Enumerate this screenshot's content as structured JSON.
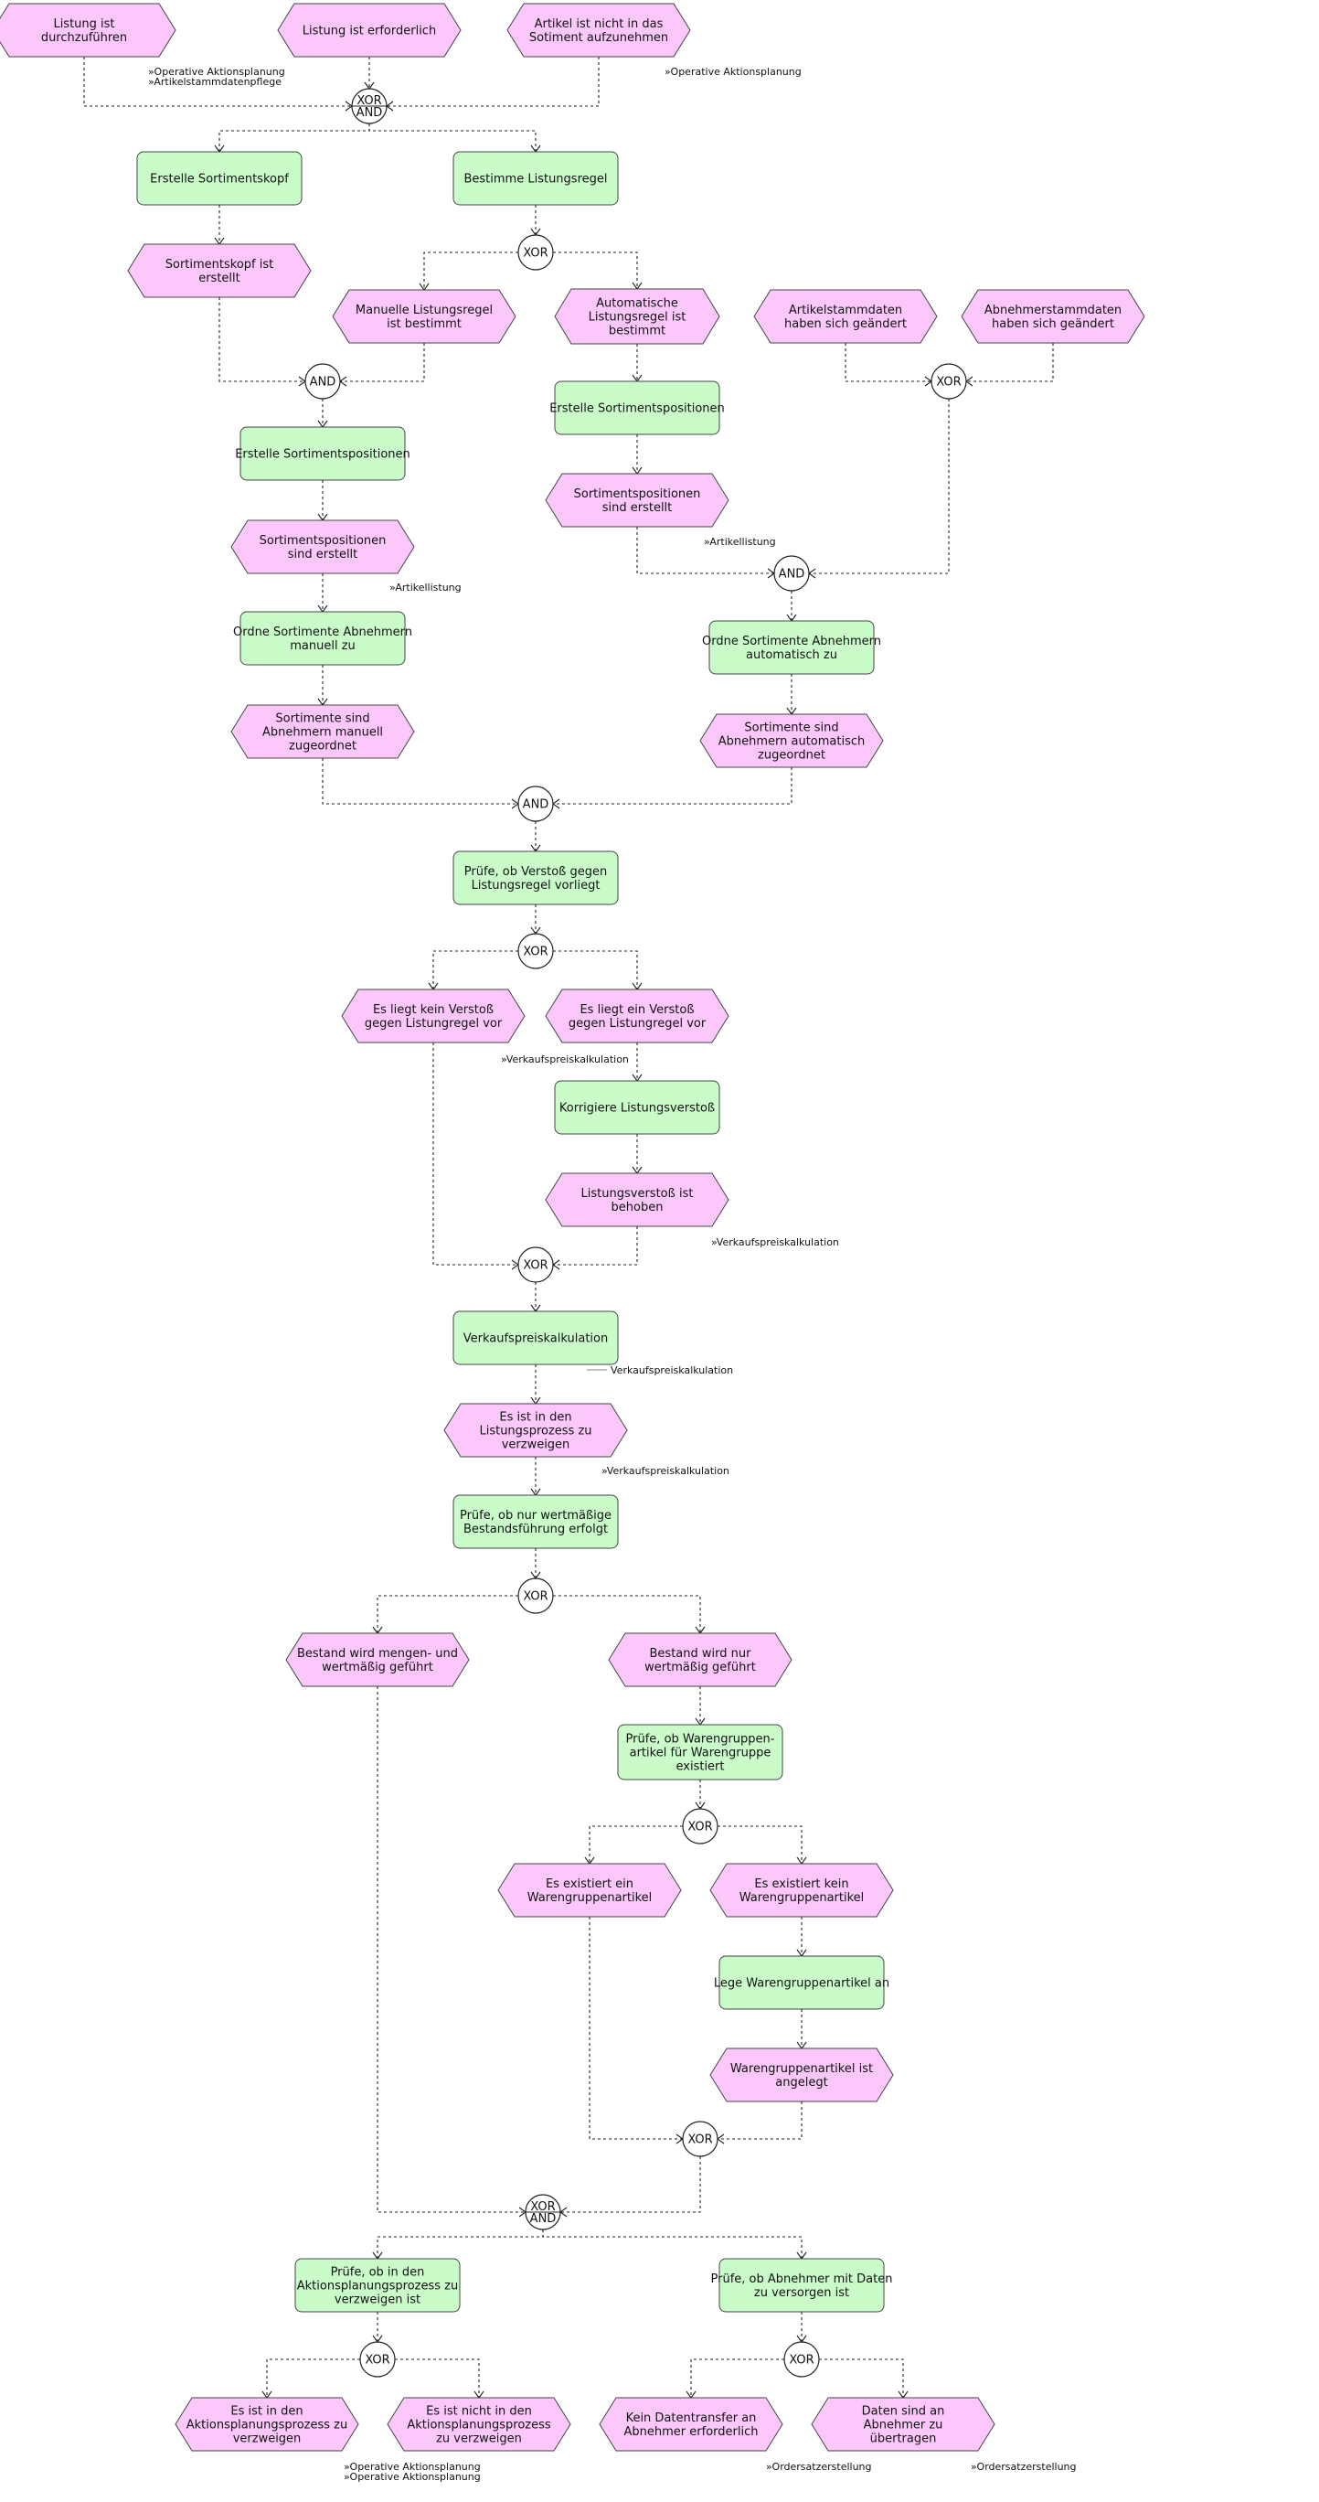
{
  "colors": {
    "event": "#fcc8fc",
    "function": "#cafcca",
    "gateway": "#ffffff",
    "line": "#222222"
  },
  "nodes": [
    {
      "id": "e1",
      "type": "event",
      "label": [
        "Listung ist",
        "durchzuführen"
      ]
    },
    {
      "id": "e2",
      "type": "event",
      "label": [
        "Listung ist erforderlich"
      ]
    },
    {
      "id": "e3",
      "type": "event",
      "label": [
        "Artikel ist nicht in das",
        "Sotiment aufzunehmen"
      ]
    },
    {
      "id": "g1",
      "type": "gateway",
      "label": [
        "XOR",
        "AND"
      ]
    },
    {
      "id": "f1",
      "type": "function",
      "label": [
        "Erstelle Sortimentskopf"
      ]
    },
    {
      "id": "f2",
      "type": "function",
      "label": [
        "Bestimme Listungsregel"
      ]
    },
    {
      "id": "e4",
      "type": "event",
      "label": [
        "Sortimentskopf ist",
        "erstellt"
      ]
    },
    {
      "id": "g2",
      "type": "gateway",
      "label": [
        "XOR"
      ]
    },
    {
      "id": "e5",
      "type": "event",
      "label": [
        "Manuelle Listungsregel",
        "ist bestimmt"
      ]
    },
    {
      "id": "e6",
      "type": "event",
      "label": [
        "Automatische",
        "Listungsregel ist",
        "bestimmt"
      ]
    },
    {
      "id": "e7",
      "type": "event",
      "label": [
        "Artikelstammdaten",
        "haben sich geändert"
      ]
    },
    {
      "id": "e8",
      "type": "event",
      "label": [
        "Abnehmerstammdaten",
        "haben sich geändert"
      ]
    },
    {
      "id": "g3",
      "type": "gateway",
      "label": [
        "AND"
      ]
    },
    {
      "id": "g4",
      "type": "gateway",
      "label": [
        "XOR"
      ]
    },
    {
      "id": "f3",
      "type": "function",
      "label": [
        "Erstelle Sortimentspositionen"
      ]
    },
    {
      "id": "f4",
      "type": "function",
      "label": [
        "Erstelle Sortimentspositionen"
      ]
    },
    {
      "id": "e9",
      "type": "event",
      "label": [
        "Sortimentspositionen",
        "sind erstellt"
      ]
    },
    {
      "id": "e10",
      "type": "event",
      "label": [
        "Sortimentspositionen",
        "sind erstellt"
      ]
    },
    {
      "id": "g5",
      "type": "gateway",
      "label": [
        "AND"
      ]
    },
    {
      "id": "f5",
      "type": "function",
      "label": [
        "Ordne Sortimente Abnehmern",
        "manuell zu"
      ]
    },
    {
      "id": "f6",
      "type": "function",
      "label": [
        "Ordne Sortimente Abnehmern",
        "automatisch zu"
      ]
    },
    {
      "id": "e11",
      "type": "event",
      "label": [
        "Sortimente sind",
        "Abnehmern manuell",
        "zugeordnet"
      ]
    },
    {
      "id": "e12",
      "type": "event",
      "label": [
        "Sortimente sind",
        "Abnehmern automatisch",
        "zugeordnet"
      ]
    },
    {
      "id": "g6",
      "type": "gateway",
      "label": [
        "AND"
      ]
    },
    {
      "id": "f7",
      "type": "function",
      "label": [
        "Prüfe, ob Verstoß gegen",
        "Listungsregel vorliegt"
      ]
    },
    {
      "id": "g7",
      "type": "gateway",
      "label": [
        "XOR"
      ]
    },
    {
      "id": "e13",
      "type": "event",
      "label": [
        "Es liegt kein Verstoß",
        "gegen Listungregel vor"
      ]
    },
    {
      "id": "e14",
      "type": "event",
      "label": [
        "Es liegt ein Verstoß",
        "gegen Listungregel vor"
      ]
    },
    {
      "id": "f8",
      "type": "function",
      "label": [
        "Korrigiere Listungsverstoß"
      ]
    },
    {
      "id": "e15",
      "type": "event",
      "label": [
        "Listungsverstoß ist",
        "behoben"
      ]
    },
    {
      "id": "g8",
      "type": "gateway",
      "label": [
        "XOR"
      ]
    },
    {
      "id": "f9",
      "type": "function",
      "label": [
        "Verkaufspreiskalkulation"
      ]
    },
    {
      "id": "e16",
      "type": "event",
      "label": [
        "Es ist in den",
        "Listungsprozess zu",
        "verzweigen"
      ]
    },
    {
      "id": "f10",
      "type": "function",
      "label": [
        "Prüfe, ob nur wertmäßige",
        "Bestandsführung erfolgt"
      ]
    },
    {
      "id": "g9",
      "type": "gateway",
      "label": [
        "XOR"
      ]
    },
    {
      "id": "e17",
      "type": "event",
      "label": [
        "Bestand wird mengen- und",
        "wertmäßig geführt"
      ]
    },
    {
      "id": "e18",
      "type": "event",
      "label": [
        "Bestand wird nur",
        "wertmäßig geführt"
      ]
    },
    {
      "id": "f11",
      "type": "function",
      "label": [
        "Prüfe, ob Warengruppen-",
        "artikel für Warengruppe",
        "existiert"
      ]
    },
    {
      "id": "g10",
      "type": "gateway",
      "label": [
        "XOR"
      ]
    },
    {
      "id": "e19",
      "type": "event",
      "label": [
        "Es existiert ein",
        "Warengruppenartikel"
      ]
    },
    {
      "id": "e20",
      "type": "event",
      "label": [
        "Es existiert kein",
        "Warengruppenartikel"
      ]
    },
    {
      "id": "f12",
      "type": "function",
      "label": [
        "Lege Warengruppenartikel an"
      ]
    },
    {
      "id": "e21",
      "type": "event",
      "label": [
        "Warengruppenartikel ist",
        "angelegt"
      ]
    },
    {
      "id": "g11",
      "type": "gateway",
      "label": [
        "XOR"
      ]
    },
    {
      "id": "g12",
      "type": "gateway",
      "label": [
        "XOR",
        "AND"
      ]
    },
    {
      "id": "f13",
      "type": "function",
      "label": [
        "Prüfe, ob in den",
        "Aktionsplanungsprozess zu",
        "verzweigen ist"
      ]
    },
    {
      "id": "f14",
      "type": "function",
      "label": [
        "Prüfe, ob Abnehmer mit Daten",
        "zu versorgen ist"
      ]
    },
    {
      "id": "g13",
      "type": "gateway",
      "label": [
        "XOR"
      ]
    },
    {
      "id": "g14",
      "type": "gateway",
      "label": [
        "XOR"
      ]
    },
    {
      "id": "e22",
      "type": "event",
      "label": [
        "Es ist in den",
        "Aktionsplanungsprozess zu",
        "verzweigen"
      ]
    },
    {
      "id": "e23",
      "type": "event",
      "label": [
        "Es ist nicht in den",
        "Aktionsplanungsprozess",
        "zu verzweigen"
      ]
    },
    {
      "id": "e24",
      "type": "event",
      "label": [
        "Kein Datentransfer an",
        "Abnehmer erforderlich"
      ]
    },
    {
      "id": "e25",
      "type": "event",
      "label": [
        "Daten sind an",
        "Abnehmer zu",
        "übertragen"
      ]
    }
  ],
  "edges": [
    [
      "e1",
      "g1"
    ],
    [
      "e2",
      "g1"
    ],
    [
      "e3",
      "g1"
    ],
    [
      "g1",
      "f1"
    ],
    [
      "g1",
      "f2"
    ],
    [
      "f1",
      "e4"
    ],
    [
      "f2",
      "g2"
    ],
    [
      "g2",
      "e5"
    ],
    [
      "g2",
      "e6"
    ],
    [
      "e4",
      "g3"
    ],
    [
      "e5",
      "g3"
    ],
    [
      "g3",
      "f3"
    ],
    [
      "e6",
      "f4"
    ],
    [
      "e7",
      "g4"
    ],
    [
      "e8",
      "g4"
    ],
    [
      "f3",
      "e9"
    ],
    [
      "f4",
      "e10"
    ],
    [
      "e10",
      "g5"
    ],
    [
      "g4",
      "g5"
    ],
    [
      "e9",
      "f5"
    ],
    [
      "g5",
      "f6"
    ],
    [
      "f5",
      "e11"
    ],
    [
      "f6",
      "e12"
    ],
    [
      "e11",
      "g6"
    ],
    [
      "e12",
      "g6"
    ],
    [
      "g6",
      "f7"
    ],
    [
      "f7",
      "g7"
    ],
    [
      "g7",
      "e13"
    ],
    [
      "g7",
      "e14"
    ],
    [
      "e14",
      "f8"
    ],
    [
      "f8",
      "e15"
    ],
    [
      "e13",
      "g8"
    ],
    [
      "e15",
      "g8"
    ],
    [
      "g8",
      "f9"
    ],
    [
      "f9",
      "e16"
    ],
    [
      "e16",
      "f10"
    ],
    [
      "f10",
      "g9"
    ],
    [
      "g9",
      "e17"
    ],
    [
      "g9",
      "e18"
    ],
    [
      "e18",
      "f11"
    ],
    [
      "f11",
      "g10"
    ],
    [
      "g10",
      "e19"
    ],
    [
      "g10",
      "e20"
    ],
    [
      "e20",
      "f12"
    ],
    [
      "f12",
      "e21"
    ],
    [
      "e19",
      "g11"
    ],
    [
      "e21",
      "g11"
    ],
    [
      "e17",
      "g12"
    ],
    [
      "g11",
      "g12"
    ],
    [
      "g12",
      "f13"
    ],
    [
      "g12",
      "f14"
    ],
    [
      "f13",
      "g13"
    ],
    [
      "f14",
      "g14"
    ],
    [
      "g13",
      "e22"
    ],
    [
      "g13",
      "e23"
    ],
    [
      "g14",
      "e24"
    ],
    [
      "g14",
      "e25"
    ]
  ],
  "references": [
    {
      "id": "r1",
      "label": "»Operative Aktionsplanung"
    },
    {
      "id": "r2",
      "label": "»Artikelstammdatenpflege"
    },
    {
      "id": "r3",
      "label": "»Operative Aktionsplanung"
    },
    {
      "id": "r4",
      "label": "»Artikellistung"
    },
    {
      "id": "r5",
      "label": "»Artikellistung"
    },
    {
      "id": "r6",
      "label": "»Verkaufspreiskalkulation"
    },
    {
      "id": "r7",
      "label": "»Verkaufspreiskalkulation"
    },
    {
      "id": "r8",
      "label": "Verkaufspreiskalkulation"
    },
    {
      "id": "r9",
      "label": "»Verkaufspreiskalkulation"
    },
    {
      "id": "r10",
      "label": "»Operative Aktionsplanung"
    },
    {
      "id": "r11",
      "label": "»Operative Aktionsplanung"
    },
    {
      "id": "r12",
      "label": "»Ordersatzerstellung"
    },
    {
      "id": "r13",
      "label": "»Ordersatzerstellung"
    }
  ]
}
